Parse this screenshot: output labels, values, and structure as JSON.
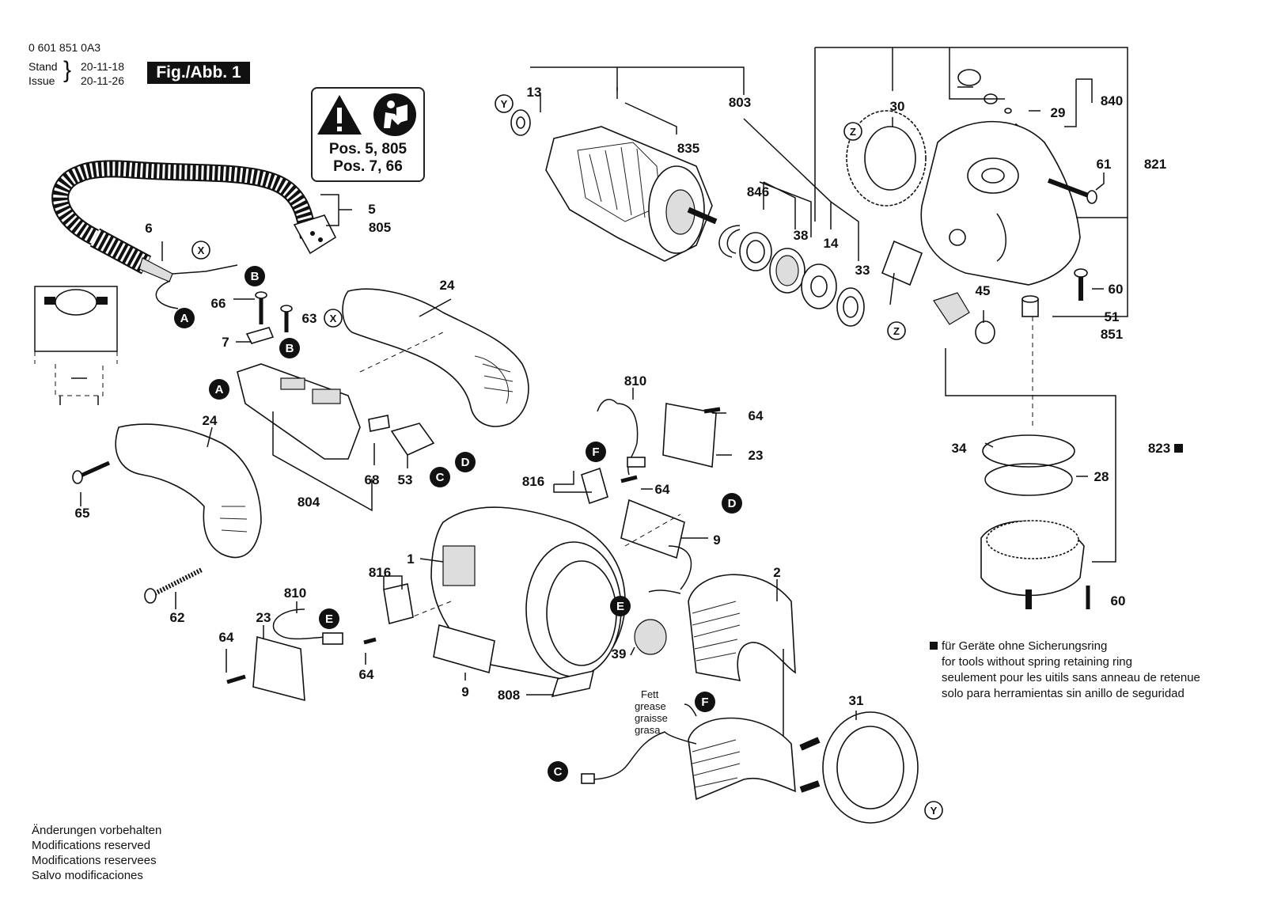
{
  "header": {
    "part_number": "0 601 851 0A3",
    "stand_label": "Stand",
    "issue_label": "Issue",
    "stand_date": "20-11-18",
    "issue_date": "20-11-26",
    "figure_label": "Fig./Abb. 1"
  },
  "warning_box": {
    "icons": [
      "warning-triangle-icon",
      "read-manual-icon"
    ],
    "line1": "Pos. 5, 805",
    "line2": "Pos. 7, 66"
  },
  "labels": {
    "p13": "13",
    "p803": "803",
    "p30": "30",
    "p840": "840",
    "p29": "29",
    "p821": "821",
    "p835": "835",
    "p61": "61",
    "p846": "846",
    "p38": "38",
    "p14": "14",
    "p33": "33",
    "p45": "45",
    "p60a": "60",
    "p51": "51",
    "p851": "851",
    "p5": "5",
    "p805": "805",
    "p6": "6",
    "p24a": "24",
    "p66": "66",
    "p63": "63",
    "p7": "7",
    "p24b": "24",
    "p65": "65",
    "p804": "804",
    "p68": "68",
    "p53": "53",
    "p810a": "810",
    "p64a": "64",
    "p23a": "23",
    "p816a": "816",
    "p64b": "64",
    "p9a": "9",
    "p1": "1",
    "p816b": "816",
    "p810b": "810",
    "p2": "2",
    "p62": "62",
    "p23b": "23",
    "p64c": "64",
    "p64d": "64",
    "p9b": "9",
    "p808": "808",
    "p39": "39",
    "p34": "34",
    "p823": "823",
    "p28": "28",
    "p60b": "60",
    "p31": "31"
  },
  "markers": {
    "A": "A",
    "B": "B",
    "C": "C",
    "D": "D",
    "E": "E",
    "F": "F",
    "X": "X",
    "Y": "Y",
    "Z": "Z"
  },
  "grease": [
    "Fett",
    "grease",
    "graisse",
    "grasa"
  ],
  "note": {
    "lines": [
      "für Geräte ohne Sicherungsring",
      "for tools without spring retaining ring",
      "seulement pour les uitils sans anneau de retenue",
      "solo para herramientas sin anillo de seguridad"
    ]
  },
  "footer": {
    "lines": [
      "Änderungen vorbehalten",
      "Modifications reserved",
      "Modifications reservees",
      "Salvo modificaciones"
    ]
  }
}
